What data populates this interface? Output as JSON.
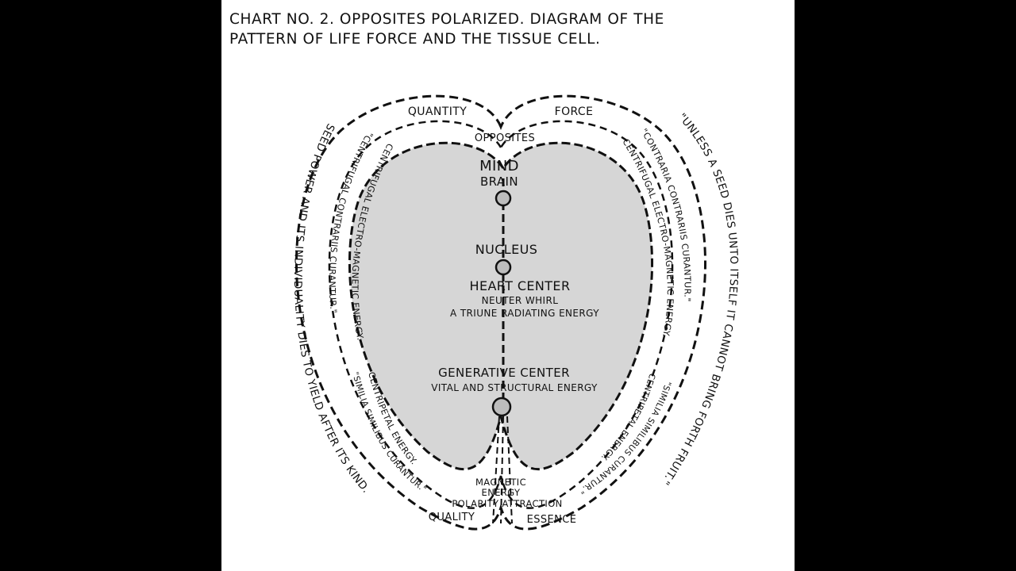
{
  "title": {
    "line1": "CHART NO. 2.  OPPOSITES POLARIZED. DIAGRAM OF THE",
    "line2": "PATTERN OF LIFE FORCE AND THE TISSUE CELL."
  },
  "labels": {
    "quantity": "QUANTITY",
    "force": "FORCE",
    "opposites": "OPPOSITES",
    "mind": "MIND",
    "brain": "BRAIN",
    "nucleus": "NUCLEUS",
    "heart_center": "HEART CENTER",
    "neuter_whirl": "NEUTER WHIRL",
    "triune": "A TRIUNE RADIATING ENERGY",
    "generative_center": "GENERATIVE CENTER",
    "vital": "VITAL AND STRUCTURAL ENERGY",
    "magnetic": "MAGNETIC",
    "energy": "ENERGY",
    "polarity": "POLARITY ATTRACTION",
    "quality": "QUALITY",
    "essence": "ESSENCE"
  },
  "curved_text": {
    "left_outer": "SEED POWER AND ITS INDIVIDUALITY DIES TO YIELD AFTER ITS KIND.",
    "left_inner": "\"CENTRIFUGAL CONTRARIIS CURANTUR.\"",
    "left_inner2": "CENTRIFUGAL ELECTRO-MAGNETIC ENERGY.",
    "left_bottom_inner": "CENTRIPETAL ENERGY.",
    "left_bottom_inner2": "\"SIMILIA SIMILIBUS CURANTUR.\"",
    "right_outer": "\"UNLESS A SEED DIES UNTO ITSELF IT CANNOT BRING FORTH FRUIT.\"",
    "right_inner": "\"CONTRARIA CONTRARIIS CURANTUR.\"",
    "right_inner2": "CENTRIFUGAL ELECTRO-MAGNETIC ENERGY.",
    "right_bottom_inner": "\"SIMILIA SIMILIBUS CURANTUR.\"",
    "right_bottom_inner2": "CENTRIPETAL ENERGY."
  },
  "colors": {
    "background": "#000000",
    "paper": "#ffffff",
    "ink": "#111111",
    "heart_fill": "#d6d6d6",
    "node_fill": "#bdbdbd"
  }
}
